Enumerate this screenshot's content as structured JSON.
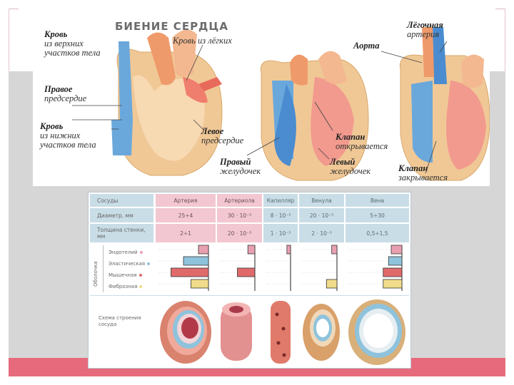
{
  "heart": {
    "title": "БИЕНИЕ СЕРДЦА",
    "labels": {
      "blood_upper_1": "Кровь",
      "blood_upper_2": "из верхних",
      "blood_upper_3": "участков тела",
      "blood_lungs": "Кровь из лёгких",
      "right_atrium_1": "Правое",
      "right_atrium_2": "предсердие",
      "blood_lower_1": "Кровь",
      "blood_lower_2": "из нижних",
      "blood_lower_3": "участков тела",
      "left_atrium_1": "Левое",
      "left_atrium_2": "предсердие",
      "right_ventricle_1": "Правый",
      "right_ventricle_2": "желудочек",
      "left_ventricle_1": "Левый",
      "left_ventricle_2": "желудочек",
      "valve_open_1": "Клапан",
      "valve_open_2": "открывается",
      "aorta": "Аорта",
      "pulm_artery_1": "Лёгочная",
      "pulm_artery_2": "артерия",
      "valve_close_1": "Клапан",
      "valve_close_2": "закрывается"
    }
  },
  "table": {
    "header_label": "Сосуды",
    "columns": [
      "Артерия",
      "Артериола",
      "Капилляр",
      "Венула",
      "Вена"
    ],
    "diameter_label": "Диаметр, мм",
    "diameter": [
      "25÷4",
      "30 · 10⁻³",
      "8 · 10⁻³",
      "20 · 10⁻³",
      "5÷30"
    ],
    "thickness_label": "Толщина стенки, мм",
    "thickness": [
      "2÷1",
      "20 · 10⁻³",
      "1 · 10⁻³",
      "2 · 10⁻³",
      "0,5÷1,5"
    ],
    "shell_label": "Оболочка",
    "layers": [
      {
        "name": "Эндотелий",
        "color": "#e8a0b0"
      },
      {
        "name": "Эластическая",
        "color": "#8fc3dc"
      },
      {
        "name": "Мышечная",
        "color": "#e06a6a"
      },
      {
        "name": "Фиброзная",
        "color": "#f0dc8a"
      }
    ],
    "layer_widths": [
      [
        0.2,
        0.2,
        0.15,
        0.15,
        0.2
      ],
      [
        0.5,
        0.0,
        0.0,
        0.0,
        0.25
      ],
      [
        0.75,
        0.5,
        0.0,
        0.0,
        0.35
      ],
      [
        0.35,
        0.0,
        0.0,
        0.3,
        0.35
      ]
    ],
    "scheme_label": "Схема строения сосуда"
  }
}
